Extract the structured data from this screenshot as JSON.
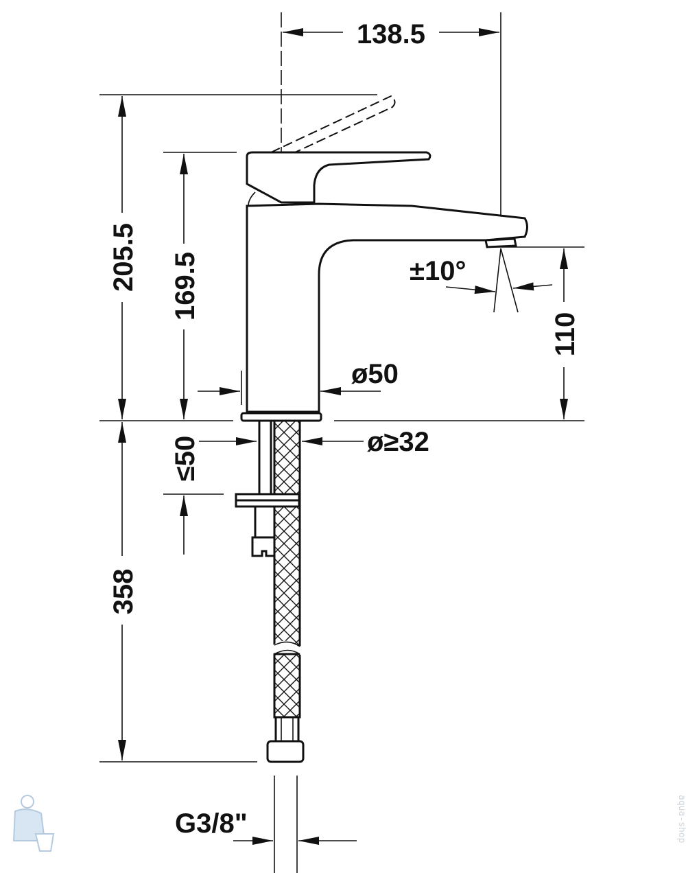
{
  "drawing": {
    "dimensions": {
      "spout_projection": "138.5",
      "total_height": "205.5",
      "body_height": "169.5",
      "spout_outlet_height": "110",
      "body_diameter": "ø50",
      "tap_hole_diameter": "ø≥32",
      "max_counter_thickness": "≤50",
      "hose_length": "358",
      "connection_thread": "G3/8\"",
      "aerator_swivel": "±10°"
    }
  },
  "watermark": {
    "text": "aqua-shop"
  },
  "colors": {
    "line": "#111111",
    "watermark": "#cfd6dc"
  }
}
